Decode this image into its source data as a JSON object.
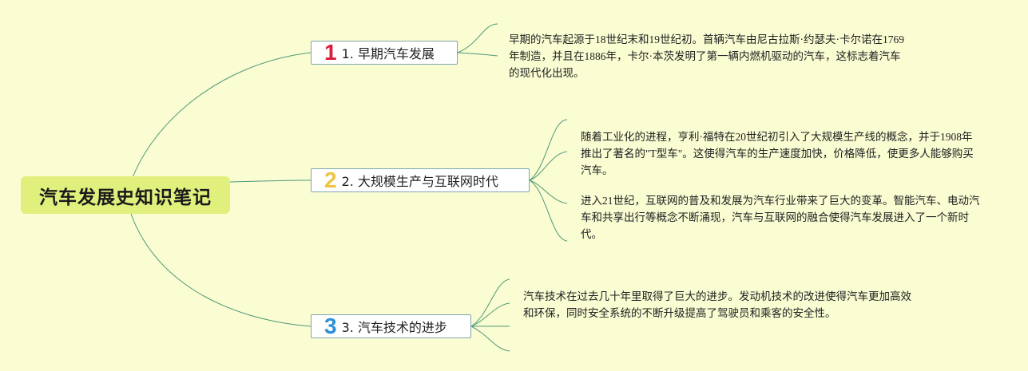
{
  "root": {
    "title": "汽车发展史知识笔记"
  },
  "colors": {
    "background": "#fafcd2",
    "root_fill": "#e1f07d",
    "link": "#4e9a78",
    "branch_border": "#7ea5b1"
  },
  "branches": [
    {
      "number": "1",
      "number_color": "#d81e3a",
      "label": "1. 早期汽车发展",
      "notes": [
        "早期的汽车起源于18世纪末和19世纪初。首辆汽车由尼古拉斯·约瑟夫·卡尔诺在1769年制造，并且在1886年，卡尔·本茨发明了第一辆内燃机驱动的汽车，这标志着汽车的现代化出现。"
      ]
    },
    {
      "number": "2",
      "number_color": "#ecc543",
      "label": "2. 大规模生产与互联网时代",
      "notes": [
        "随着工业化的进程，亨利·福特在20世纪初引入了大规模生产线的概念，并于1908年推出了著名的\"T型车\"。这使得汽车的生产速度加快，价格降低，使更多人能够购买汽车。",
        "进入21世纪，互联网的普及和发展为汽车行业带来了巨大的变革。智能汽车、电动汽车和共享出行等概念不断涌现，汽车与互联网的融合使得汽车发展进入了一个新时代。"
      ]
    },
    {
      "number": "3",
      "number_color": "#2f8fd6",
      "label": "3. 汽车技术的进步",
      "notes": [
        "汽车技术在过去几十年里取得了巨大的进步。发动机技术的改进使得汽车更加高效和环保，同时安全系统的不断升级提高了驾驶员和乘客的安全性。"
      ]
    }
  ]
}
